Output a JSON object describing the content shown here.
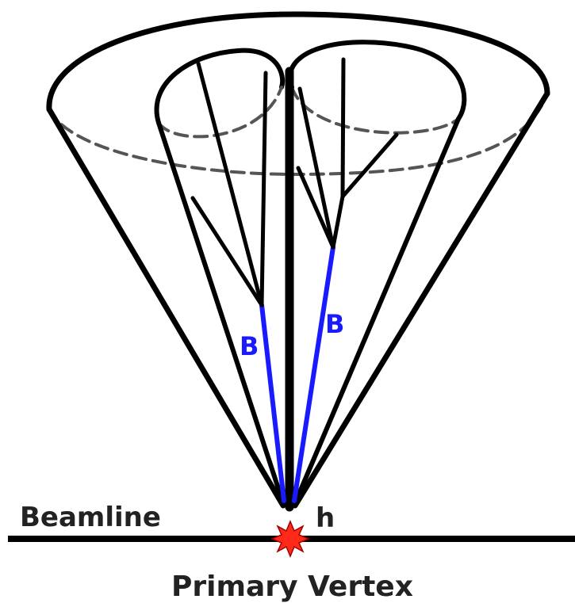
{
  "labels": {
    "beamline": "Beamline",
    "higgs": "h",
    "b_left": "B",
    "b_right": "B",
    "primary_vertex": "Primary Vertex"
  },
  "colors": {
    "line": "#000000",
    "b_track": "#1a1aff",
    "dashed": "#555555",
    "vertex_fill": "#ff2a1a",
    "vertex_stroke": "#a00000"
  },
  "icons": {
    "vertex": "red-star-burst"
  }
}
